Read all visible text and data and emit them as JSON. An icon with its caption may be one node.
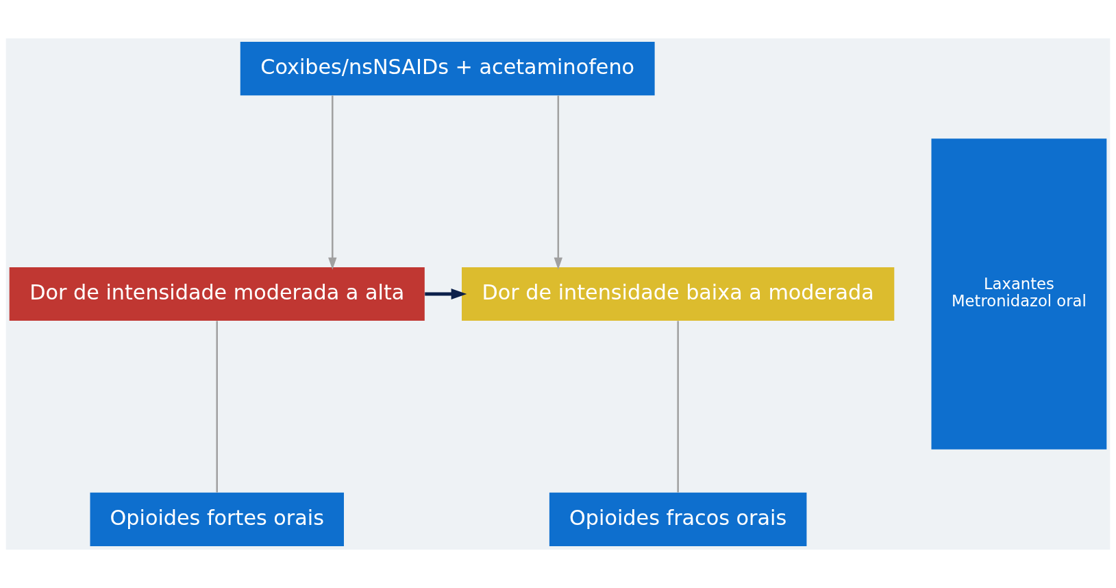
{
  "diagram": {
    "nodes": [
      {
        "text": [
          "Coxibes/nsNSAIDs + acetaminofeno"
        ]
      },
      {
        "text": [
          "Dor de intensidade moderada a alta"
        ]
      },
      {
        "text": [
          "Dor de intensidade baixa a moderada"
        ]
      },
      {
        "text": [
          "Opioides fortes orais"
        ]
      },
      {
        "text": [
          "Opioides fracos orais"
        ]
      },
      {
        "text": [
          "Laxantes",
          "Metronidazol oral"
        ]
      }
    ],
    "edges": [
      {
        "from": 0,
        "to": 1,
        "arrow": "to"
      },
      {
        "from": 0,
        "to": 2,
        "arrow": "to"
      },
      {
        "from": 1,
        "to": 2,
        "arrow": "to",
        "style": "thick",
        "color": "#0b1f4a"
      },
      {
        "from": 1,
        "to": 3,
        "arrow": "none"
      },
      {
        "from": 2,
        "to": 4,
        "arrow": "none"
      }
    ]
  }
}
